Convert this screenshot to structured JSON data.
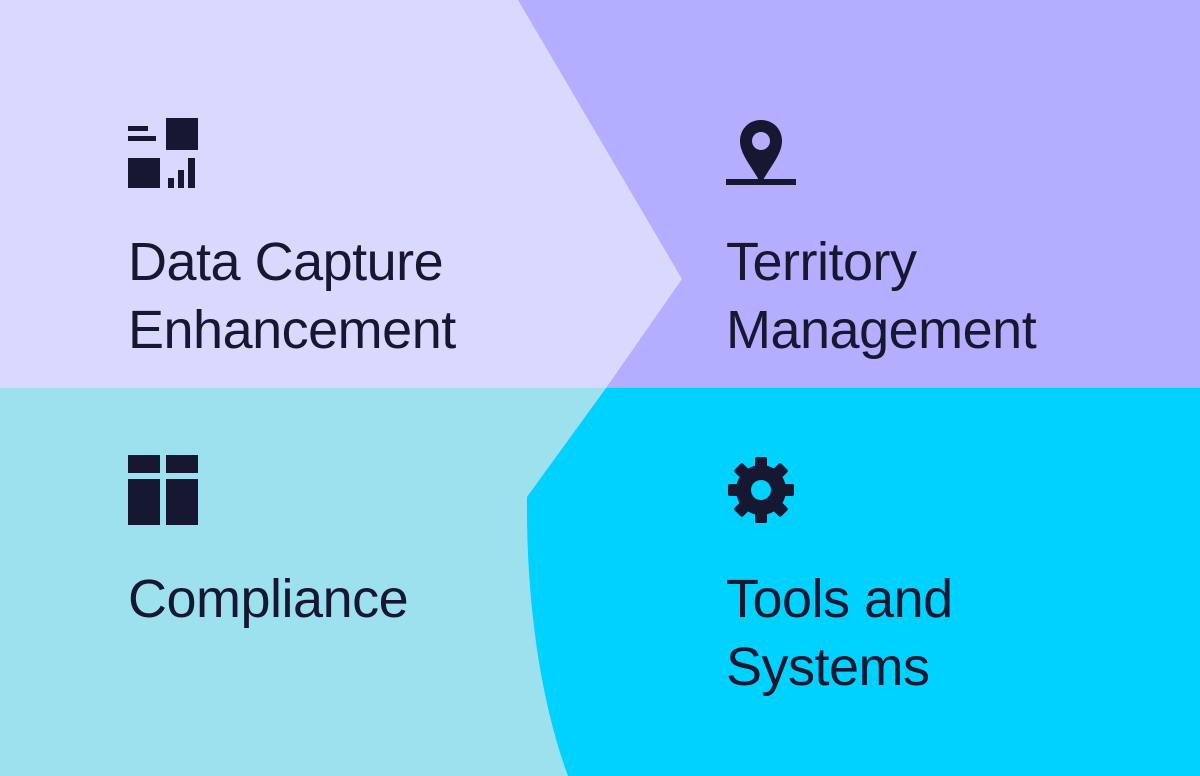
{
  "colors": {
    "quadrant_top_left": "#D9D8FF",
    "quadrant_top_right": "#B3AEFF",
    "quadrant_bottom_left": "#9DE1EF",
    "quadrant_bottom_right": "#00D2FF",
    "ink": "#161832"
  },
  "quadrants": [
    {
      "id": "data-capture",
      "icon": "dashboard-chart-icon",
      "label": "Data Capture\nEnhancement"
    },
    {
      "id": "territory",
      "icon": "map-pin-icon",
      "label": "Territory\nManagement"
    },
    {
      "id": "compliance",
      "icon": "layout-grid-icon",
      "label": "Compliance"
    },
    {
      "id": "tools",
      "icon": "gear-icon",
      "label": "Tools and\nSystems"
    }
  ]
}
